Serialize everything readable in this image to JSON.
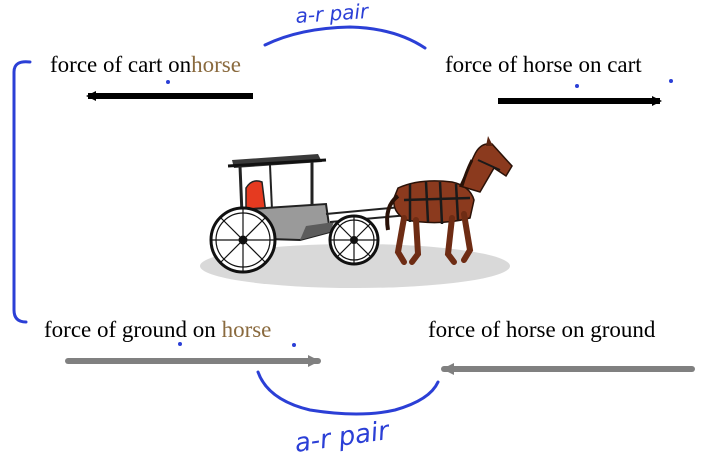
{
  "labels": {
    "cart_on_horse": {
      "prefix": "force of cart on",
      "highlight": "horse"
    },
    "horse_on_cart": {
      "text": "force of horse on cart"
    },
    "ground_on_horse": {
      "prefix": "force of ground on",
      "highlight": "horse"
    },
    "horse_on_ground": {
      "text": "force of horse on ground"
    }
  },
  "annotations": {
    "top": "a-r pair",
    "bottom": "a-r pair"
  },
  "colors": {
    "text": "#000000",
    "highlight": "#8a6a3e",
    "ink": "#2b3fd6",
    "arrow_black": "#000000",
    "arrow_gray": "#808080"
  },
  "icons": {
    "illustration": "horse-and-buggy"
  }
}
